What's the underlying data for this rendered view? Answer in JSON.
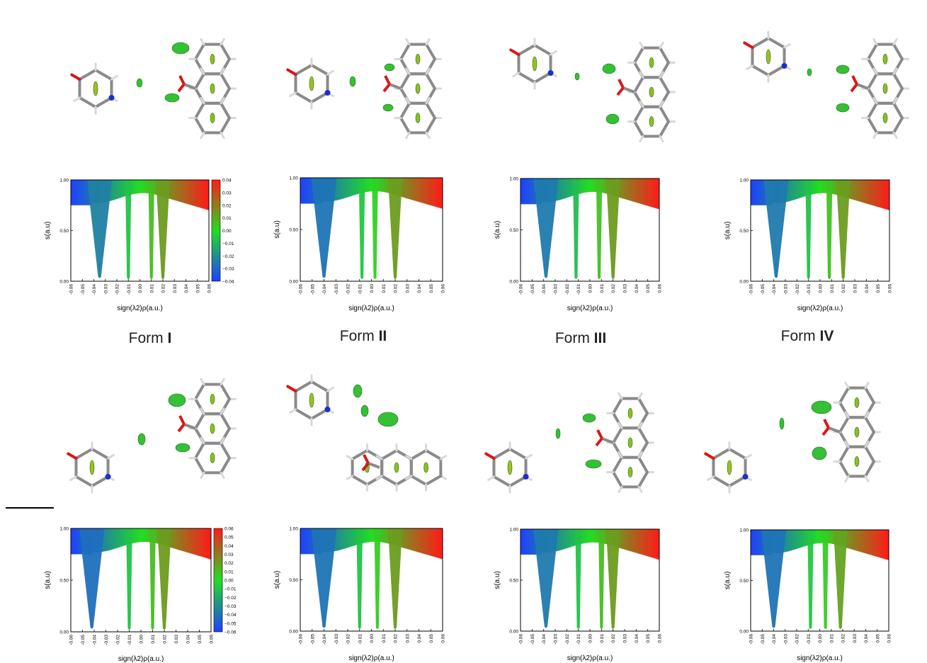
{
  "forms": [
    {
      "prefix": "Form ",
      "numeral": "I"
    },
    {
      "prefix": "Form ",
      "numeral": "II"
    },
    {
      "prefix": "Form ",
      "numeral": "III"
    },
    {
      "prefix": "Form ",
      "numeral": "IV"
    }
  ],
  "plot_common": {
    "ylabel": "s(a.u)",
    "xlabel": "sign(λ2)ρ(a.u.)",
    "xticks": [
      "-0.06",
      "-0.05",
      "-0.04",
      "-0.03",
      "-0.02",
      "-0.01",
      "0.00",
      "0.01",
      "0.02",
      "0.03",
      "0.04",
      "0.05",
      "0.06"
    ],
    "yticks": [
      "0.00",
      "0.50",
      "1.00"
    ]
  },
  "colorbars": {
    "top": [
      "0.04",
      "0.03",
      "0.02",
      "0.01",
      "0.00",
      "−0.01",
      "−0.02",
      "−0.03",
      "−0.04"
    ],
    "bottom": [
      "0.06",
      "0.05",
      "0.04",
      "0.03",
      "0.02",
      "0.01",
      "0.00",
      "−0.01",
      "−0.02",
      "−0.03",
      "−0.04",
      "−0.05",
      "−0.06"
    ]
  },
  "colors": {
    "blue": "#1e40ff",
    "green": "#22dd22",
    "red": "#ff1a1a",
    "carbon": "#8a8a8a",
    "nitrogen": "#1a2fd0",
    "oxygen": "#d81818"
  },
  "chart_data": [
    {
      "type": "scatter",
      "xlim": [
        -0.06,
        0.06
      ],
      "ylim": [
        0,
        1
      ],
      "spikes": [
        -0.035,
        -0.01,
        0.01,
        0.02
      ],
      "xlabel": "sign(λ2)ρ(a.u.)",
      "ylabel": "s(a.u)"
    },
    {
      "type": "scatter",
      "xlim": [
        -0.06,
        0.06
      ],
      "ylim": [
        0,
        1
      ],
      "spikes": [
        -0.04,
        -0.008,
        0.003,
        0.02
      ],
      "xlabel": "sign(λ2)ρ(a.u.)",
      "ylabel": "s(a.u)"
    },
    {
      "type": "scatter",
      "xlim": [
        -0.06,
        0.06
      ],
      "ylim": [
        0,
        1
      ],
      "spikes": [
        -0.038,
        -0.012,
        0.008,
        0.02
      ],
      "xlabel": "sign(λ2)ρ(a.u.)",
      "ylabel": "s(a.u)"
    },
    {
      "type": "scatter",
      "xlim": [
        -0.06,
        0.06
      ],
      "ylim": [
        0,
        1
      ],
      "spikes": [
        -0.038,
        -0.01,
        0.008,
        0.02
      ],
      "xlabel": "sign(λ2)ρ(a.u.)",
      "ylabel": "s(a.u)"
    },
    {
      "type": "scatter",
      "xlim": [
        -0.06,
        0.06
      ],
      "ylim": [
        0,
        1
      ],
      "spikes": [
        -0.042,
        -0.01,
        0.01,
        0.02
      ],
      "xlabel": "sign(λ2)ρ(a.u.)",
      "ylabel": "s(a.u)"
    },
    {
      "type": "scatter",
      "xlim": [
        -0.06,
        0.06
      ],
      "ylim": [
        0,
        1
      ],
      "spikes": [
        -0.04,
        -0.01,
        0.005,
        0.02
      ],
      "xlabel": "sign(λ2)ρ(a.u.)",
      "ylabel": "s(a.u)"
    },
    {
      "type": "scatter",
      "xlim": [
        -0.06,
        0.06
      ],
      "ylim": [
        0,
        1
      ],
      "spikes": [
        -0.038,
        -0.01,
        0.01,
        0.02
      ],
      "xlabel": "sign(λ2)ρ(a.u.)",
      "ylabel": "s(a.u)"
    },
    {
      "type": "scatter",
      "xlim": [
        -0.06,
        0.06
      ],
      "ylim": [
        0,
        1
      ],
      "spikes": [
        -0.04,
        -0.008,
        0.005,
        0.018
      ],
      "xlabel": "sign(λ2)ρ(a.u.)",
      "ylabel": "s(a.u)"
    }
  ]
}
